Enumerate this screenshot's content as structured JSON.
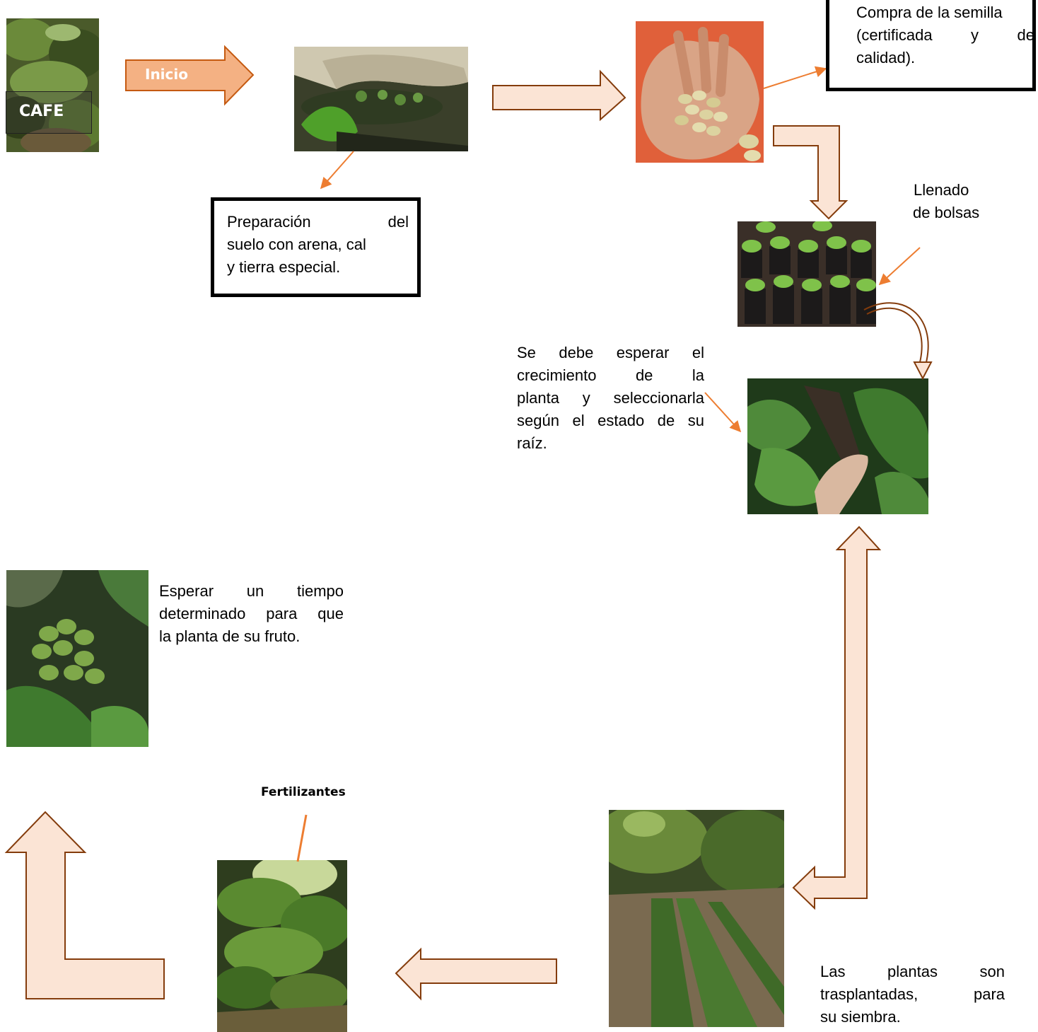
{
  "labels": {
    "cafe": "CAFE",
    "inicio": "Inicio",
    "fertilizantes": "Fertilizantes"
  },
  "steps": {
    "preparacion": [
      "Preparación",
      "del",
      "suelo con arena, cal",
      "y tierra especial."
    ],
    "compra": [
      "Compra de la semilla",
      "(certificada",
      "y",
      "de",
      "calidad)."
    ],
    "llenado": [
      "Llenado",
      "de bolsas"
    ],
    "esperar_crecimiento": [
      "Se debe esperar el",
      "crecimiento de la",
      "planta y seleccionarla",
      "según el estado de su",
      "raíz."
    ],
    "fruto": [
      "Esperar un tiempo",
      "determinado para que",
      "la planta de su fruto."
    ],
    "trasplante": [
      "Las plantas son",
      "trasplantadas, para",
      "su siembra."
    ]
  },
  "colors": {
    "arrow_fill": "#fbe4d5",
    "arrow_stroke": "#843c0c",
    "inicio_fill": "#f4b183",
    "inicio_stroke": "#c55a11",
    "connector": "#ed7d31"
  }
}
